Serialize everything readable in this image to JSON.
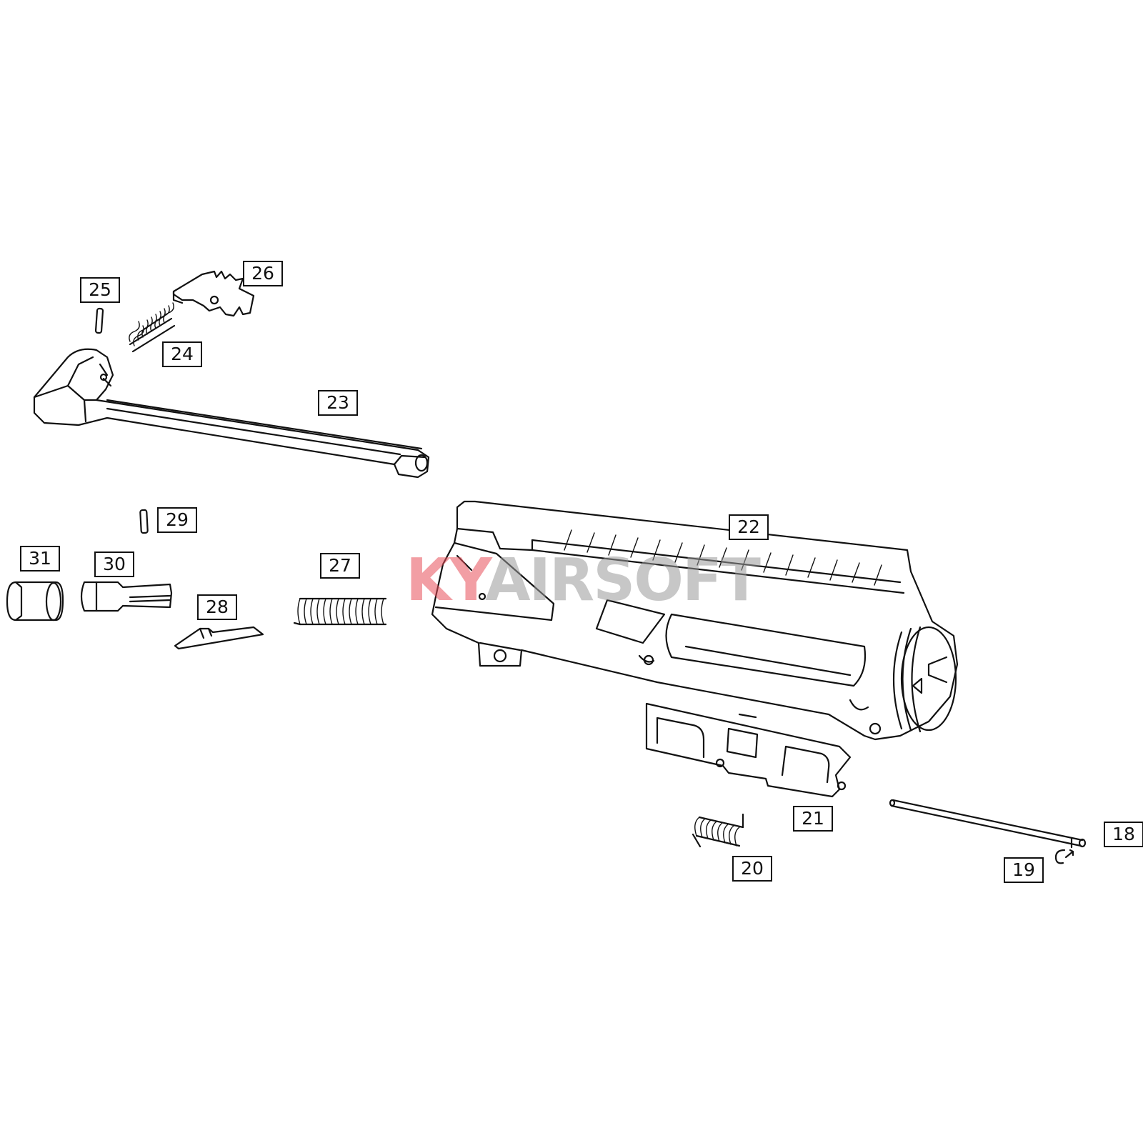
{
  "diagram": {
    "watermark": {
      "part_a": "KY",
      "part_b": "AIRSOFT",
      "colors": {
        "part_a": "#e8505b",
        "part_b": "#9a9a9a"
      }
    },
    "parts": [
      {
        "id": "18",
        "label": "18",
        "icon": "guide-rod-tip-icon"
      },
      {
        "id": "19",
        "label": "19",
        "icon": "e-clip-icon"
      },
      {
        "id": "20",
        "label": "20",
        "icon": "torsion-spring-icon"
      },
      {
        "id": "21",
        "label": "21",
        "icon": "dust-cover-icon"
      },
      {
        "id": "22",
        "label": "22",
        "icon": "upper-receiver-icon"
      },
      {
        "id": "23",
        "label": "23",
        "icon": "charging-handle-icon"
      },
      {
        "id": "24",
        "label": "24",
        "icon": "spring-icon"
      },
      {
        "id": "25",
        "label": "25",
        "icon": "roll-pin-icon"
      },
      {
        "id": "26",
        "label": "26",
        "icon": "latch-icon"
      },
      {
        "id": "27",
        "label": "27",
        "icon": "compression-spring-icon"
      },
      {
        "id": "28",
        "label": "28",
        "icon": "forward-assist-pawl-icon"
      },
      {
        "id": "29",
        "label": "29",
        "icon": "roll-pin-icon"
      },
      {
        "id": "30",
        "label": "30",
        "icon": "forward-assist-plunger-icon"
      },
      {
        "id": "31",
        "label": "31",
        "icon": "forward-assist-cap-icon"
      }
    ],
    "colors": {
      "line": "#111111",
      "background": "#ffffff"
    }
  }
}
